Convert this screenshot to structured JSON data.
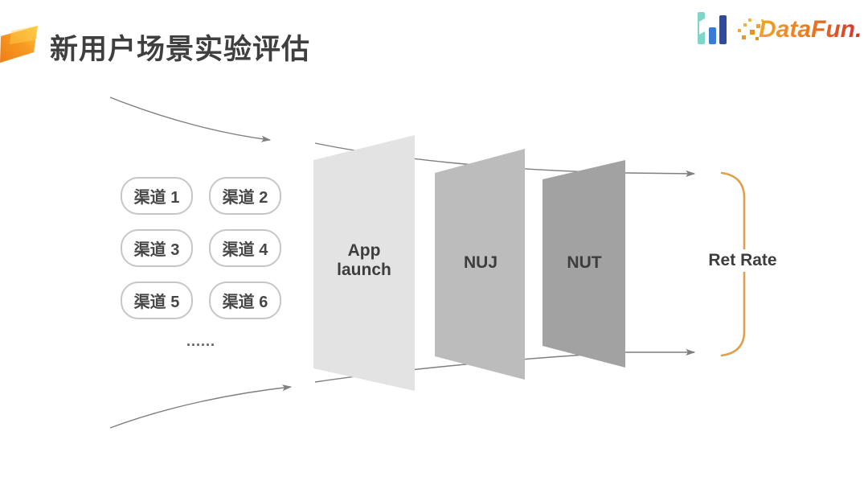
{
  "slide": {
    "title": "新用户场景实验评估"
  },
  "brand": {
    "wordmark": "DataFun."
  },
  "channels": {
    "items": [
      "渠道 1",
      "渠道 2",
      "渠道 3",
      "渠道 4",
      "渠道 5",
      "渠道 6"
    ],
    "ellipsis": "......"
  },
  "funnel": {
    "stages": [
      {
        "label": "App launch",
        "fill": "#e3e3e3"
      },
      {
        "label": "NUJ",
        "fill": "#bcbcbc"
      },
      {
        "label": "NUT",
        "fill": "#a2a2a2"
      }
    ],
    "outcome_label": "Ret Rate"
  },
  "colors": {
    "title_text": "#3f3f3f",
    "line_gray": "#7f7f7f",
    "bracket_orange": "#dfa04e",
    "pill_border": "#c6c6c6",
    "ribbon_orange_dark": "#ed7d17",
    "ribbon_orange_light": "#ffc93e",
    "logo_teal": "#7ed6c9",
    "logo_blue": "#3a7bd5",
    "logo_navy": "#2f4a9e"
  }
}
